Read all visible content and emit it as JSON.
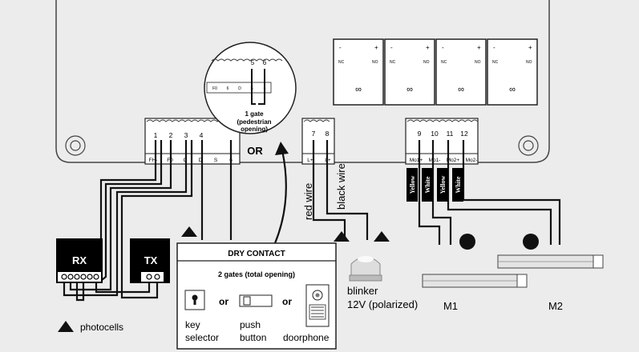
{
  "board": {
    "left_terminals": [
      {
        "num": "1",
        "label": "FH-"
      },
      {
        "num": "2",
        "label": "F0"
      },
      {
        "num": "3",
        "label": "C"
      },
      {
        "num": "4",
        "label": "D"
      },
      {
        "num": "",
        "label": "S"
      },
      {
        "num": "",
        "label": "6"
      }
    ],
    "blinker_terminals": [
      {
        "num": "7",
        "label": "L+"
      },
      {
        "num": "8",
        "label": "L+"
      }
    ],
    "motor_terminals": [
      {
        "num": "9",
        "label": "Mo1+"
      },
      {
        "num": "10",
        "label": "Mo1-"
      },
      {
        "num": "11",
        "label": "Mo2+"
      },
      {
        "num": "12",
        "label": "Mo2-"
      }
    ],
    "relays": [
      {
        "minus": "-",
        "plus": "+",
        "nc": "NC",
        "no": "NO",
        "symbol": "∞"
      },
      {
        "minus": "-",
        "plus": "+",
        "nc": "NC",
        "no": "NO",
        "symbol": "∞"
      },
      {
        "minus": "-",
        "plus": "+",
        "nc": "NC",
        "no": "NO",
        "symbol": "∞"
      },
      {
        "minus": "-",
        "plus": "+",
        "nc": "NC",
        "no": "NO",
        "symbol": "∞"
      }
    ],
    "or_label": "OR"
  },
  "zoom": {
    "pins": [
      "5",
      "6"
    ],
    "terminal_labels": [
      "F0",
      "6",
      "D",
      "S",
      "6"
    ],
    "caption": [
      "1 gate",
      "(pedestrian",
      "opening)"
    ]
  },
  "wires": {
    "red": "red wire",
    "black": "black wire",
    "colors": [
      "Yellow",
      "White",
      "Yellow",
      "White"
    ]
  },
  "photocells": {
    "rx": "RX",
    "tx": "TX",
    "legend": "photocells"
  },
  "dry_contact": {
    "title": "DRY CONTACT",
    "subtitle": "2 gates (total opening)",
    "or1": "or",
    "or2": "or",
    "key": [
      "key",
      "selector"
    ],
    "push": [
      "push",
      "button"
    ],
    "door": "doorphone"
  },
  "blinker": {
    "line1": "blinker",
    "line2": "12V (polarized)"
  },
  "motors": {
    "m1": "M1",
    "m2": "M2"
  }
}
